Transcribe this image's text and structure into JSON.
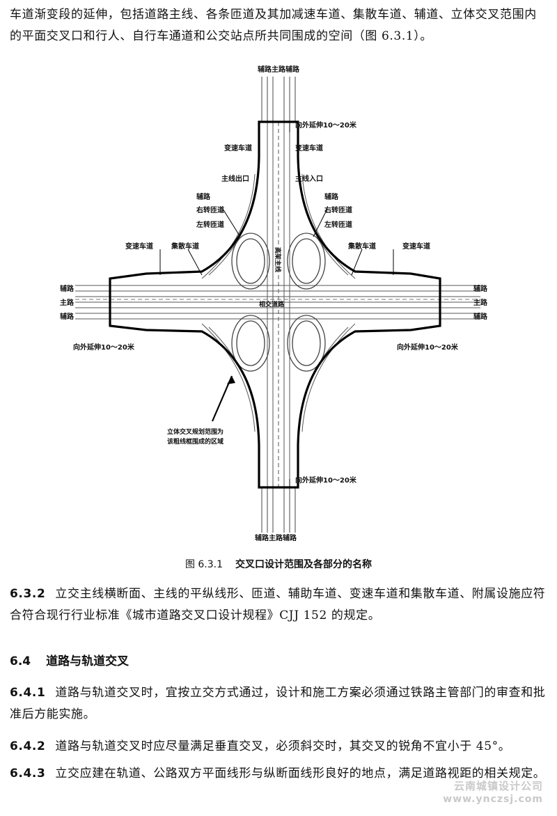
{
  "top_text": "车道渐变段的延伸，包括道路主线、各条匝道及其加减速车道、集散车道、辅道、立体交叉范围内的平面交叉口和行人、自行车通道和公交站点所共同围成的空间（图 6.3.1）。",
  "figure": {
    "labels": {
      "top_road": "辅路主路辅路",
      "bottom_road": "辅路主路辅路",
      "extend_top": "向外延伸10～20米",
      "extend_bottom": "向外延伸10～20米",
      "extend_left": "向外延伸10～20米",
      "extend_right": "向外延伸10～20米",
      "speed_lane_tl": "变速车道",
      "speed_lane_tr": "变速车道",
      "main_exit": "主线出口",
      "main_entry": "主线入口",
      "side_road_l": "辅路",
      "right_ramp_l": "右转匝道",
      "left_ramp_l": "左转匝道",
      "side_road_r": "辅路",
      "right_ramp_r": "右转匝道",
      "left_ramp_r": "左转匝道",
      "speed_lane_left": "变速车道",
      "collector_left": "集散车道",
      "collector_right": "集散车道",
      "speed_lane_right": "变速车道",
      "left_side1": "辅路",
      "left_main": "主路",
      "left_side2": "辅路",
      "right_side1": "辅路",
      "right_main": "主路",
      "right_side2": "辅路",
      "center_label": "相交道路",
      "vertical_label": "高架主线",
      "boundary_note_1": "立体交叉规划范围为",
      "boundary_note_2": "该粗线框围成的区域"
    }
  },
  "caption": {
    "number": "图 6.3.1",
    "title": "交叉口设计范围及各部分的名称"
  },
  "sections": [
    {
      "num": "6.3.2",
      "text": "立交主线横断面、主线的平纵线形、匝道、辅助车道、变速车道和集散车道、附属设施应符合符合现行行业标准《城市道路交叉口设计规程》CJJ 152 的规定。"
    },
    {
      "num": "6.4",
      "text": "道路与轨道交叉"
    },
    {
      "num": "6.4.1",
      "text": "道路与轨道交叉时，宜按立交方式通过，设计和施工方案必须通过铁路主管部门的审查和批准后方能实施。"
    },
    {
      "num": "6.4.2",
      "text": "道路与轨道交叉时应尽量满足垂直交叉，必须斜交时，其交叉的锐角不宜小于 45°。"
    },
    {
      "num": "6.4.3",
      "text": "立交应建在轨道、公路双方平面线形与纵断面线形良好的地点，满足道路视距的相关规定。"
    }
  ],
  "watermark": {
    "line1": "云南城镇设计公司",
    "line2": "www.ynczsj.com"
  }
}
